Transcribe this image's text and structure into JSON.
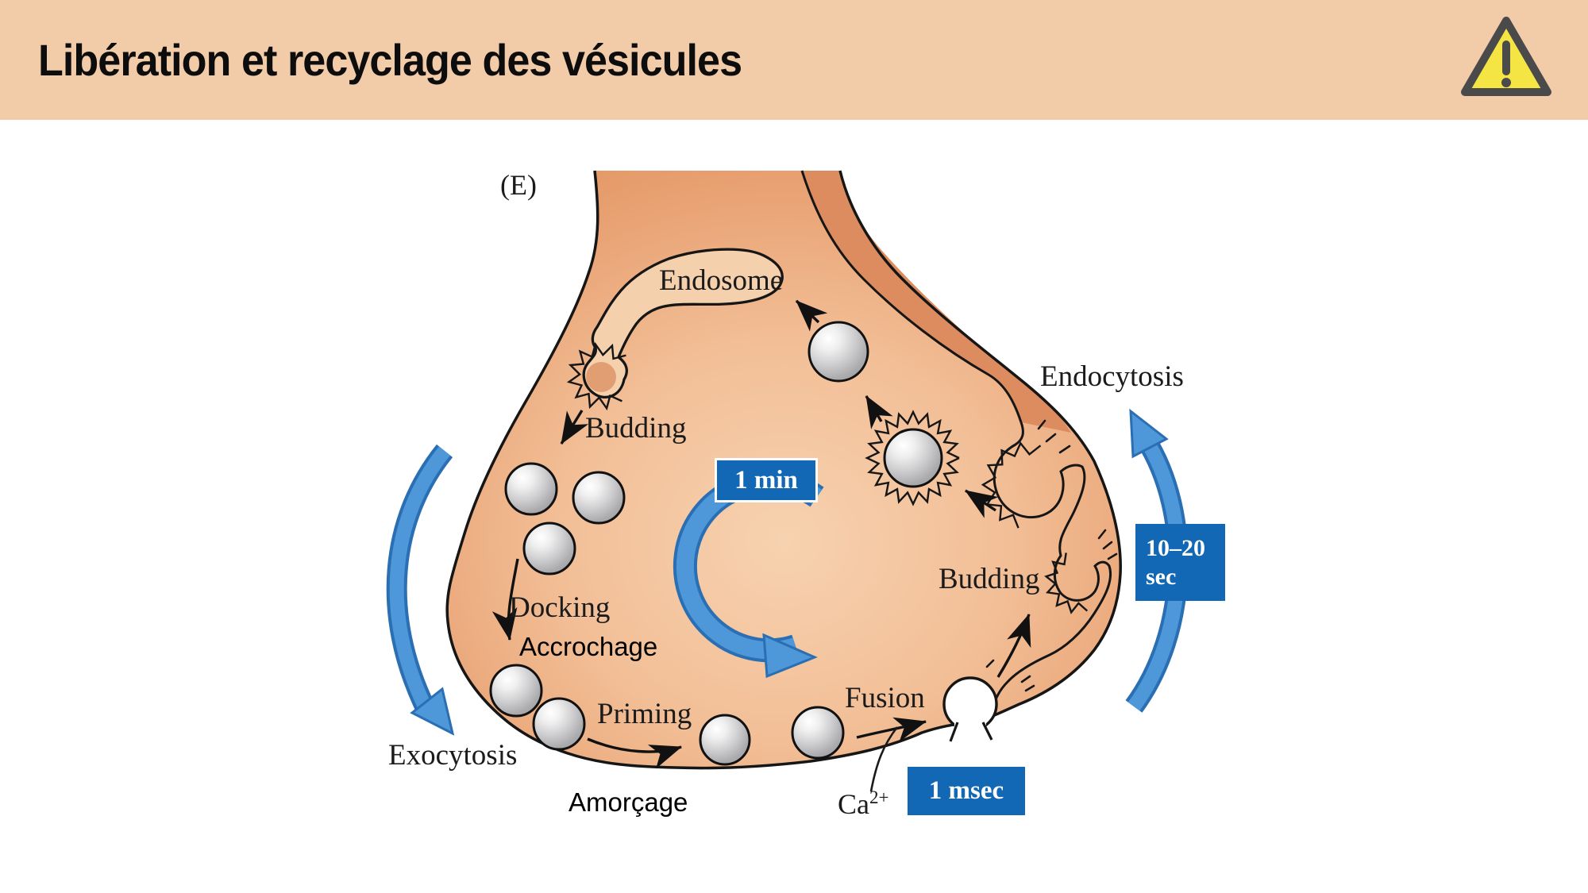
{
  "slide": {
    "title": "Libération et recyclage des vésicules",
    "panel_label": "(E)"
  },
  "diagram": {
    "labels": {
      "endosome": "Endosome",
      "budding_top": "Budding",
      "budding_right": "Budding",
      "docking": "Docking",
      "docking_fr": "Accrochage",
      "priming": "Priming",
      "priming_fr": "Amorçage",
      "fusion": "Fusion",
      "exocytosis": "Exocytosis",
      "endocytosis": "Endocytosis",
      "calcium": "Ca",
      "calcium_sup": "2+"
    },
    "time_badges": {
      "cycle": "1 min",
      "endocytosis_line1": "10–20",
      "endocytosis_line2": "sec",
      "fusion": "1 msec"
    },
    "icons": {
      "warning": "warning-triangle-icon"
    },
    "colors": {
      "header_bg": "#F2CBA8",
      "badge_blue": "#1268B4",
      "arrow_blue": "#4E97D9",
      "arrow_blue_dark": "#2A6FB3",
      "terminal_light": "#F7D2B0",
      "terminal_dark": "#E2925F",
      "membrane_line": "#161616",
      "vesicle_gray": "#C9C9CB",
      "warning_yellow": "#F5E544",
      "warning_border": "#4A4A4A"
    }
  }
}
